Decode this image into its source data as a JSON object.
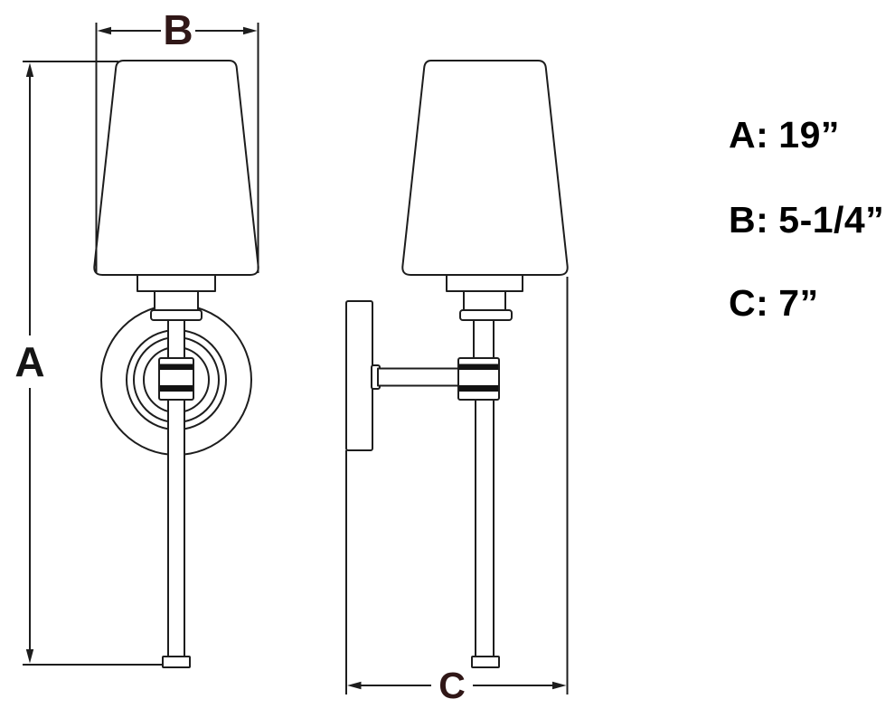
{
  "diagram": {
    "type": "wall-sconce-dimension-drawing",
    "views": {
      "front": "front-view",
      "side": "side-view"
    },
    "dims": {
      "a": "A",
      "b": "B",
      "c": "C"
    }
  },
  "specs": [
    {
      "label": "A:",
      "value": "19”"
    },
    {
      "label": "B:",
      "value": "5-1/4”"
    },
    {
      "label": "C:",
      "value": "7”"
    }
  ],
  "colors": {
    "line": "#1d1d1d",
    "dim_label_a": "#141414",
    "dim_label_b": "#301717",
    "dim_label_c": "#301717",
    "spec_text": "#000000",
    "background": "#ffffff"
  }
}
